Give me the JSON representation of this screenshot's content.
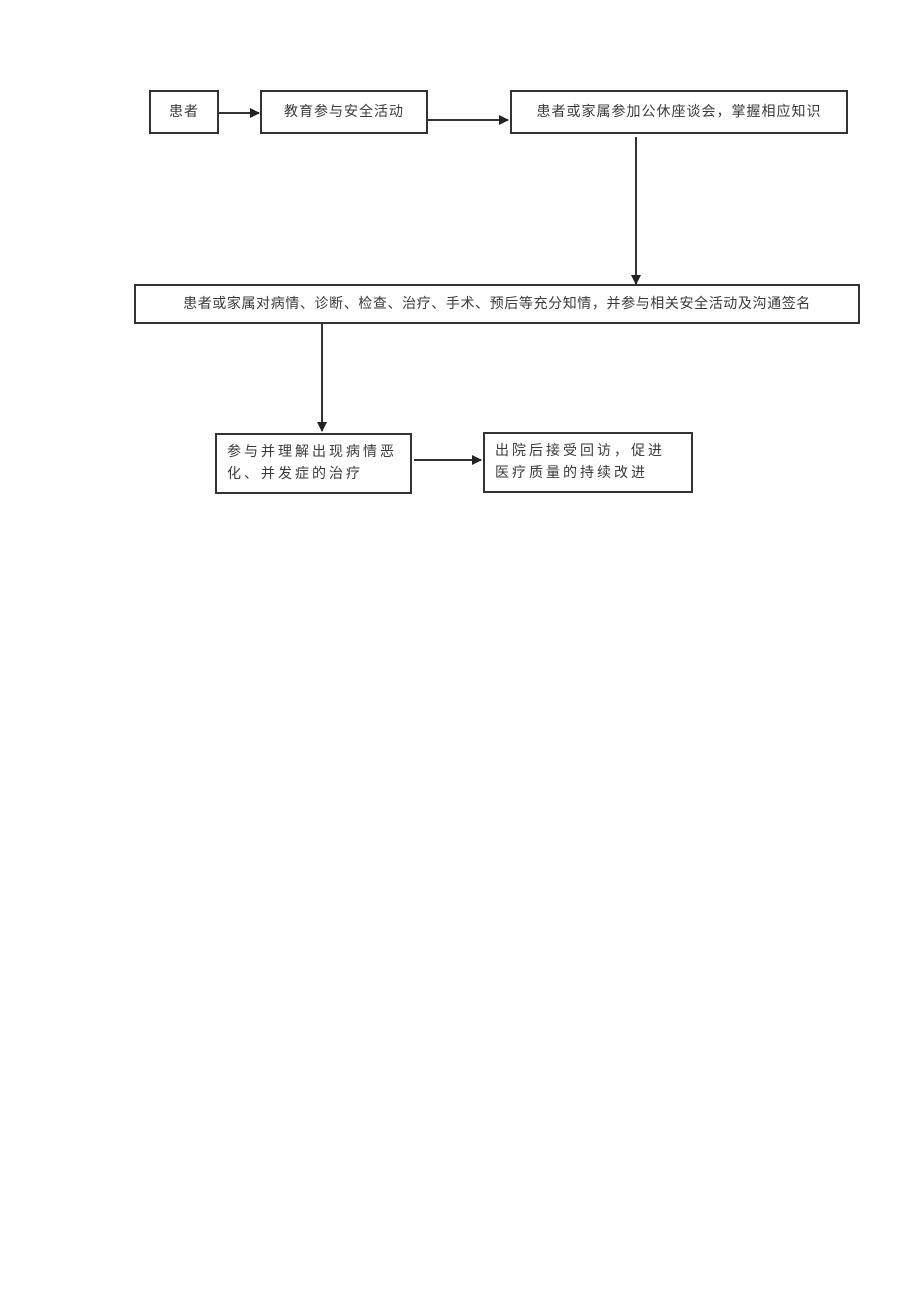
{
  "diagram": {
    "type": "flowchart",
    "nodes": [
      {
        "id": "patient",
        "label": "患者"
      },
      {
        "id": "education",
        "label": "教育参与安全活动"
      },
      {
        "id": "seminar",
        "label": "患者或家属参加公休座谈会，掌握相应知识"
      },
      {
        "id": "informed",
        "label": "患者或家属对病情、诊断、检查、治疗、手术、预后等充分知情，并参与相关安全活动及沟通签名"
      },
      {
        "id": "treatment",
        "label": "参与并理解出现病情恶化、并发症的治疗"
      },
      {
        "id": "followup",
        "label": "出院后接受回访，促进医疗质量的持续改进"
      }
    ],
    "edges": [
      {
        "from": "patient",
        "to": "education"
      },
      {
        "from": "education",
        "to": "seminar"
      },
      {
        "from": "seminar",
        "to": "informed"
      },
      {
        "from": "informed",
        "to": "treatment"
      },
      {
        "from": "treatment",
        "to": "followup"
      }
    ],
    "colors": {
      "line": "#333333",
      "text": "#3a3a3a",
      "background": "#ffffff"
    }
  }
}
